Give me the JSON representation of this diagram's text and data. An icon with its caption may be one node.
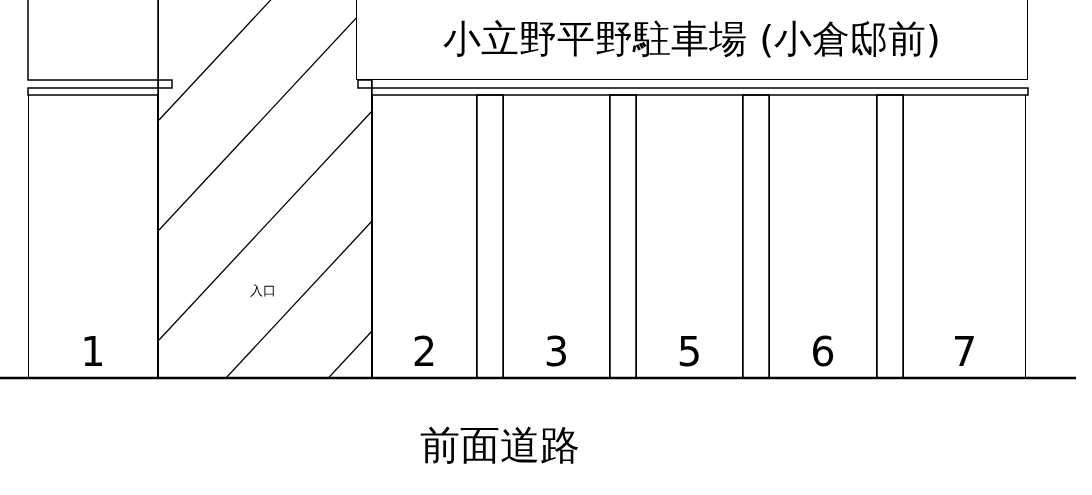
{
  "diagram": {
    "title": "小立野平野駐車場 (小倉邸前)",
    "nodes": [
      {
        "text": [
          "1"
        ]
      },
      {
        "text": [
          "入口"
        ]
      },
      {
        "text": [
          "2"
        ]
      },
      {
        "text": [
          "3"
        ]
      },
      {
        "text": [
          "5"
        ]
      },
      {
        "text": [
          "6"
        ]
      },
      {
        "text": [
          "7"
        ]
      }
    ],
    "edges": [],
    "labels": [
      "前面道路"
    ]
  }
}
